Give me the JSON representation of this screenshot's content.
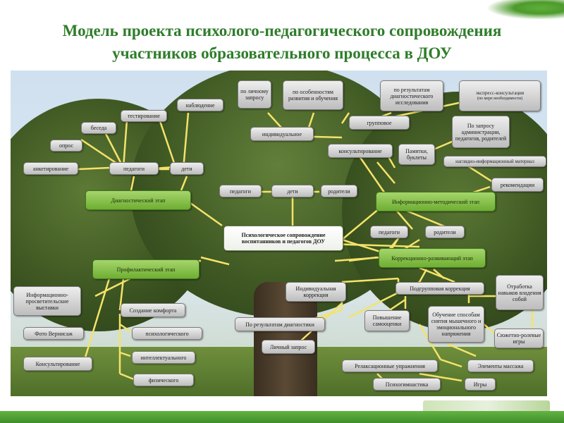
{
  "title": {
    "line1": "Модель проекта психолого-педагогического сопровождения",
    "line2": "участников образовательного процесса в ДОУ"
  },
  "colors": {
    "title": "#2f7d2b",
    "stage_box": "#7dbb45",
    "footer": "#4a9c32"
  },
  "nodes": {
    "po_lichnomu": "по личному запросу",
    "po_osobennostyam": "по особенностям развития и обучения",
    "po_rezultatam_issl": "по результатам диагностического исследования",
    "express": "экспресс-консультация",
    "express_note": "(по мере необходимости)",
    "nablyudenie": "наблюдение",
    "testirovanie": "тестирование",
    "beseda": "беседа",
    "opros": "опрос",
    "anketirovanie": "анкетирование",
    "individualnoe": "индивидуальное",
    "gruppovoe": "групповое",
    "po_zaprosu": "По запросу администрации, педагогов, родителей",
    "konsultirovanie": "консультирование",
    "pamyatki": "Памятки, буклеты",
    "naglyadno": "наглядно-информационный материал",
    "pedagogi_1": "педагоги",
    "deti_1": "дети",
    "rekomendacii": "рекомендации",
    "diag_etap": "Диагностический этап",
    "pedagogi_2": "педагоги",
    "deti_2": "дети",
    "roditeli_2": "родители",
    "info_metod": "Информационно-методический этап",
    "center": "Психологическое сопровождение воспитанников и педагогов ДОУ",
    "pedagogi_3": "педагоги",
    "roditeli_3": "родители",
    "korr_razv": "Коррекционно-развивающий этап",
    "profil_etap": "Профилактический этап",
    "ind_korr": "Индивидуальная коррекция",
    "podgr_korr": "Подгрупповая коррекция",
    "otrabotka": "Отработка навыков владения собой",
    "info_vystavki": "Информационно-просветительские выставки",
    "sozdanie": "Создание комфорта",
    "psiho": "психологического",
    "intel": "интеллектуального",
    "fiz": "физического",
    "foto": "Фото Вернисаж",
    "konsult_big": "Консультирование",
    "po_rez_diag": "По результатам диагностики",
    "lichny_zapros": "Личный запрос",
    "povyshenie": "Повышение самооценки",
    "obuchenie": "Обучение способам снятия мышечного и эмоционального напряжения",
    "syuzhetno": "Сюжетно-ролевые игры",
    "relaks": "Релаксационные упражнения",
    "elementy": "Элементы массажа",
    "psihogim": "Психогимнастика",
    "igry": "Игры"
  }
}
